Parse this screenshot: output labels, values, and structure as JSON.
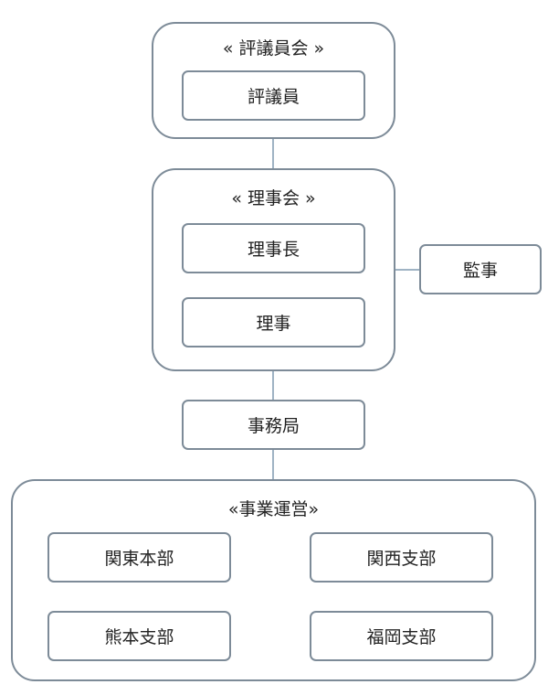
{
  "diagram": {
    "council": {
      "title": "« 評議員会 »",
      "member": "評議員"
    },
    "board": {
      "title": "« 理事会 »",
      "chair": "理事長",
      "director": "理事"
    },
    "auditor": "監事",
    "secretariat": "事務局",
    "operations": {
      "title": "«事業運営»",
      "branches": [
        "関東本部",
        "関西支部",
        "熊本支部",
        "福岡支部"
      ]
    }
  }
}
